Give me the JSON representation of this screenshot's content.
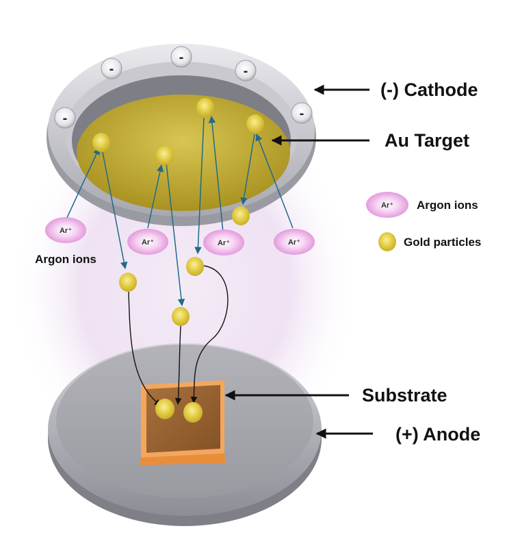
{
  "labels": {
    "cathode": "(-) Cathode",
    "target": "Au Target",
    "substrate": "Substrate",
    "anode": "(+) Anode",
    "argon_ions_left": "Argon ions"
  },
  "legend": {
    "argon_label": "Argon ions",
    "gold_label": "Gold particles",
    "ion_symbol": "Ar⁺"
  },
  "ion_symbol": "Ar⁺",
  "minus_symbol": "-",
  "colors": {
    "plasma_glow": "#eadcf0",
    "target_gold": "#c9b53c",
    "ion_pink": "#e9a3e3",
    "gold_particle": "#e2cc3e",
    "ion_arrow": "#1f6a8a",
    "particle_path": "#111111",
    "substrate_brown": "#9a6434",
    "substrate_edge": "#f2a55a",
    "electrode_grey": "#b9b9bf"
  }
}
